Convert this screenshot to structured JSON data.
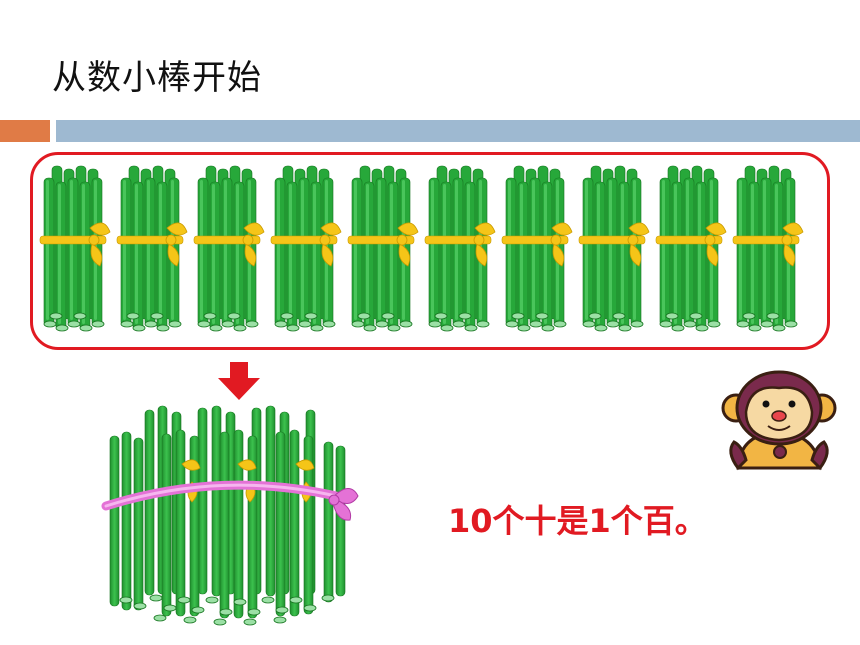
{
  "slide": {
    "title": "从数小棒开始",
    "statement": "10个十是1个百。"
  },
  "bundles": {
    "count": 10
  },
  "icons": {
    "arrow": "down-arrow-icon",
    "bundle": "stick-bundle-icon",
    "big_bundle": "hundred-bundle-icon",
    "monkey": "monkey-mascot-icon"
  },
  "colors": {
    "accent_orange": "#e07b46",
    "accent_blue": "#9eb9d1",
    "frame_red": "#e11a22",
    "statement_red": "#e11a22",
    "stick_green": "#27a83a",
    "ribbon_yellow": "#f5c518",
    "ribbon_pink": "#e472d6"
  }
}
